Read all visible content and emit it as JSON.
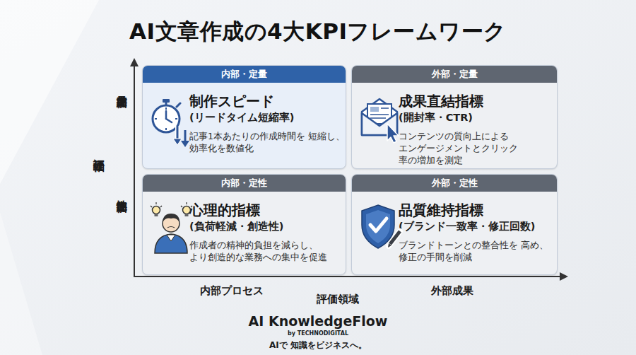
{
  "diagram": {
    "title": "AI文章作成の4大KPIフレームワーク",
    "nodes": [
      {
        "text": [
          "内部・定量",
          "制作スピード",
          "(リードタイム短縮率)",
          "記事1本あたりの作成時間を 短縮し、効率化を数値化"
        ]
      },
      {
        "text": [
          "外部・定量",
          "成果直結指標",
          "(開封率・CTR)",
          "コンテンツの質向上による エンゲージメントとクリック 率の増加を測定"
        ]
      },
      {
        "text": [
          "内部・定性",
          "心理的指標",
          "(負荷軽減・創造性)",
          "作成者の精神的負担を減らし、 より創造的な業務への集中を促進"
        ]
      },
      {
        "text": [
          "外部・定性",
          "品質維持指標",
          "(ブランド一致率・修正回数)",
          "ブランドトーンとの整合性を 高め、修正の手間を削減"
        ]
      }
    ],
    "labels": [
      "定量的評価",
      "定性的評価",
      "評価軸",
      "内部プロセス",
      "評価領域",
      "外部成果",
      "AI KnowledgeFlow",
      "by TECHNODIGITAL",
      "AIで 知識をビジネスへ。"
    ]
  }
}
